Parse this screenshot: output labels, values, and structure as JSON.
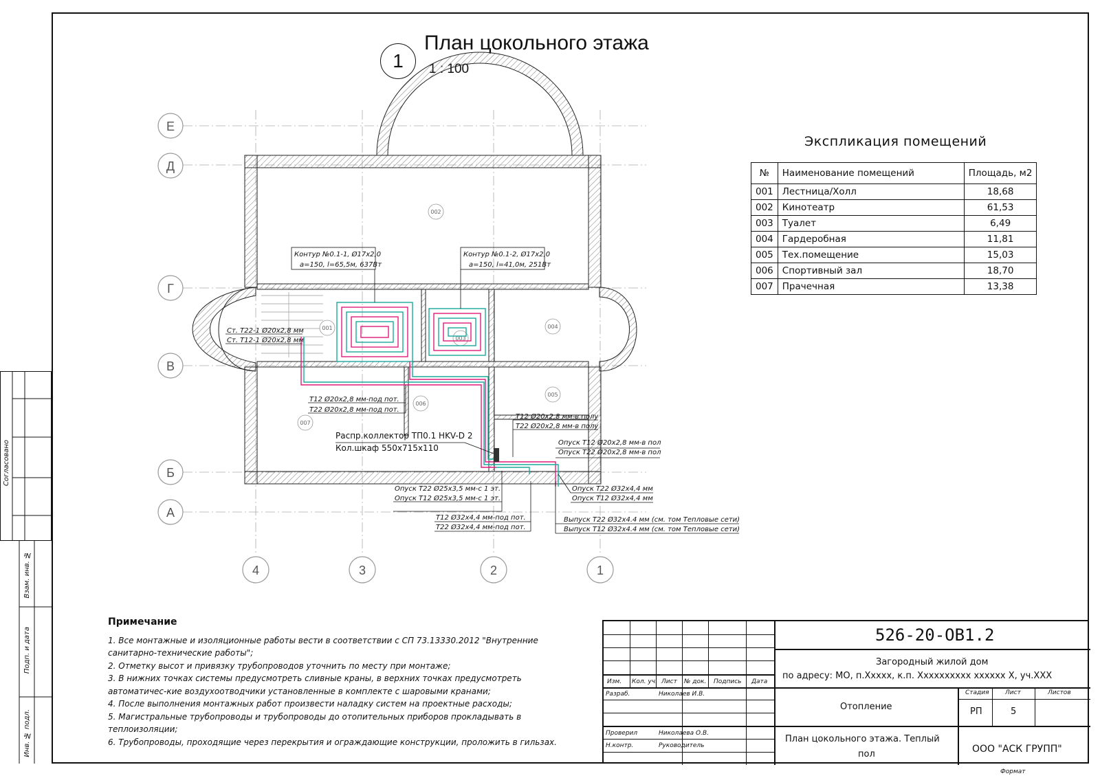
{
  "title": {
    "number": "1",
    "name": "План цокольного этажа",
    "scale": "1 : 100"
  },
  "axes": {
    "rows": [
      "Е",
      "Д",
      "Г",
      "В",
      "Б",
      "А"
    ],
    "cols": [
      "4",
      "3",
      "2",
      "1"
    ]
  },
  "rooms": [
    "001",
    "002",
    "003",
    "004",
    "005",
    "006",
    "007"
  ],
  "plan_labels": {
    "contour1_l1": "Контур №0.1-1, Ø17х2,0",
    "contour1_l2": "a=150, l=65,5м, 637Вт",
    "contour2_l1": "Контур №0.1-2, Ø17х2,0",
    "contour2_l2": "a=150, l=41,0м, 251Вт",
    "st_t22": "Ст. Т22-1 Ø20х2,8 мм",
    "st_t12": "Ст. Т12-1 Ø20х2,8 мм",
    "t12_under": "Т12 Ø20х2,8 мм-под пот.",
    "t22_under": "Т22 Ø20х2,8 мм-под пот.",
    "t12_floor": "Т12 Ø20х2,8 мм-в полу",
    "t22_floor": "Т22 Ø20х2,8 мм-в полу",
    "collector_l1": "Распр.коллектор ТП0.1 HKV-D 2",
    "collector_l2": "Кол.шкаф 550х715х110",
    "drop_t12_floor": "Опуск Т12 Ø20х2,8 мм-в пол",
    "drop_t22_floor": "Опуск Т22 Ø20х2,8 мм-в пол",
    "drop_t22_32": "Опуск Т22 Ø32х4,4 мм",
    "drop_t12_32": "Опуск Т12 Ø32х4,4 мм",
    "drop_t22_25": "Опуск Т22 Ø25х3,5 мм-с 1 эт.",
    "drop_t12_25": "Опуск Т12 Ø25х3,5 мм-с 1 эт.",
    "t12_32_under": "Т12 Ø32х4,4 мм-под пот.",
    "t22_32_under": "Т22 Ø32х4,4 мм-под пот.",
    "out_t22": "Выпуск Т22 Ø32х4.4 мм (см. том Тепловые сети)",
    "out_t12": "Выпуск Т12 Ø32х4.4 мм (см. том Тепловые сети)"
  },
  "explication": {
    "title": "Экспликация помещений",
    "headers": [
      "№",
      "Наименование помещений",
      "Площадь, м2"
    ],
    "rows": [
      {
        "n": "001",
        "name": "Лестница/Холл",
        "area": "18,68"
      },
      {
        "n": "002",
        "name": "Кинотеатр",
        "area": "61,53"
      },
      {
        "n": "003",
        "name": "Туалет",
        "area": "6,49"
      },
      {
        "n": "004",
        "name": "Гардеробная",
        "area": "11,81"
      },
      {
        "n": "005",
        "name": "Тех.помещение",
        "area": "15,03"
      },
      {
        "n": "006",
        "name": "Спортивный зал",
        "area": "18,70"
      },
      {
        "n": "007",
        "name": "Прачечная",
        "area": "13,38"
      }
    ]
  },
  "notes": {
    "heading": "Примечание",
    "items": [
      "1. Все монтажные и изоляционные работы вести в соответствии с СП 73.13330.2012 \"Внутренние санитарно-технические работы\";",
      "2. Отметку высот и привязку трубопроводов уточнить по месту при монтаже;",
      "3. В нижних точках системы предусмотреть сливные краны, в верхних точках предусмотреть автоматичес-кие воздухоотводчики установленные в комплекте с шаровыми кранами;",
      "4. После выполнения монтажных работ произвести наладку систем на проектные расходы;",
      "5. Магистральные трубопроводы и трубопроводы до отопительных приборов прокладывать в теплоизоляции;",
      "6. Трубопроводы, проходящие через перекрытия и ограждающие конструкции, проложить в гильзах."
    ]
  },
  "stamp": {
    "code": "526-20-ОВ1.2",
    "object_l1": "Загородный жилой дом",
    "object_l2": "по адресу: МО, п.Ххххх, к.п. Хххххххххх хххххх Х, уч.ХХХ",
    "cols": [
      "Изм.",
      "Кол. уч.",
      "Лист",
      "№ док.",
      "Подпись",
      "Дата"
    ],
    "razrab": "Разраб.",
    "razrab_name": "Николаев И.В.",
    "proveril": "Проверил",
    "proveril_name": "Николаева О.В.",
    "nkontr": "Н.контр.",
    "nkontr_name": "Руководитель",
    "section": "Отопление",
    "stadia_h": "Стадия",
    "list_h": "Лист",
    "listov_h": "Листов",
    "stadia": "РП",
    "list": "5",
    "listov": "",
    "sheet_l1": "План цокольного этажа. Теплый",
    "sheet_l2": "пол",
    "org": "ООО \"АСК ГРУПП\""
  },
  "side": {
    "soglasovano": "Согласовано",
    "vzam": "Взам. инв. №",
    "podp": "Подп. и дата",
    "inv": "Инв. № подл."
  },
  "format": "Формат",
  "colors": {
    "supply": "#e0197d",
    "return": "#18a99c",
    "line": "#111111",
    "grid": "#9a9a9a"
  }
}
